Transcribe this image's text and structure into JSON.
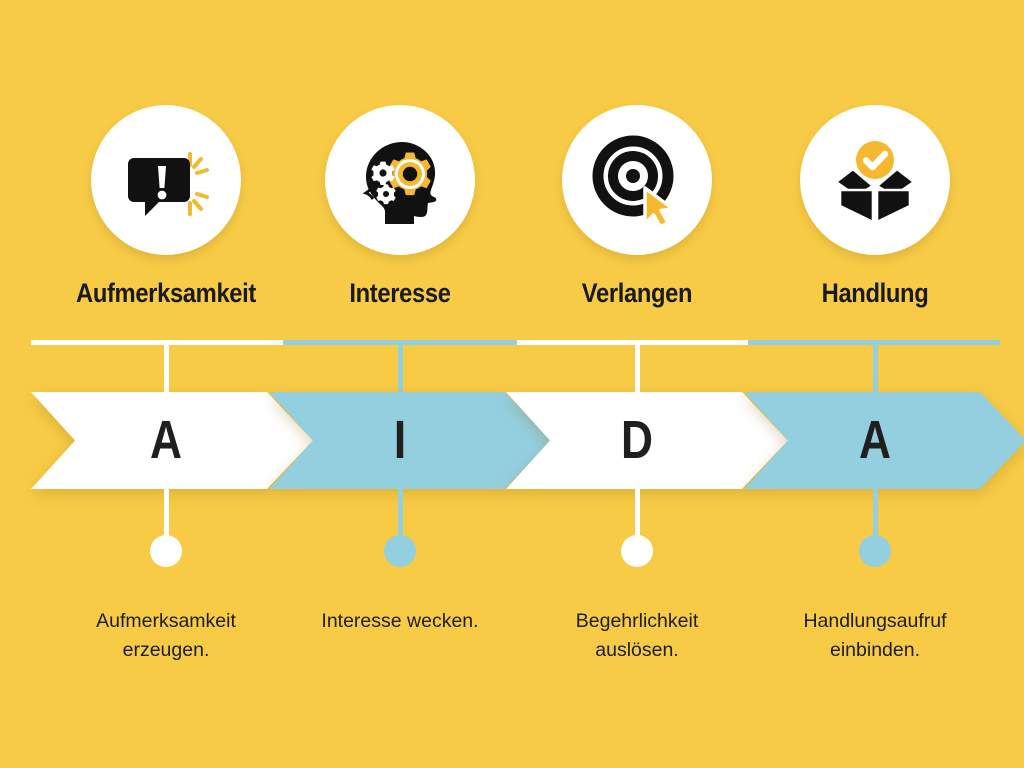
{
  "infographic": {
    "model": "AIDA",
    "background_color": "#f7cb46",
    "accent_white": "#ffffff",
    "accent_blue": "#94cfdf",
    "accent_black": "#1a1a1a"
  },
  "steps": [
    {
      "letter": "A",
      "title": "Aufmerksamkeit",
      "caption": "Aufmerksamkeit erzeugen.",
      "caption_line1": "Aufmerksamkeit",
      "caption_line2": "erzeugen.",
      "icon": "speech-bubble-exclamation-icon",
      "band_color": "#ffffff",
      "dot_color": "#ffffff"
    },
    {
      "letter": "I",
      "title": "Interesse",
      "caption": "Interesse wecken.",
      "caption_line1": "Interesse wecken.",
      "caption_line2": "",
      "icon": "head-gears-icon",
      "band_color": "#94cfdf",
      "dot_color": "#94cfdf"
    },
    {
      "letter": "D",
      "title": "Verlangen",
      "caption": "Begehrlichkeit auslösen.",
      "caption_line1": "Begehrlichkeit",
      "caption_line2": "auslösen.",
      "icon": "target-cursor-icon",
      "band_color": "#ffffff",
      "dot_color": "#ffffff"
    },
    {
      "letter": "A",
      "title": "Handlung",
      "caption": "Handlungsaufruf einbinden.",
      "caption_line1": "Handlungsaufruf",
      "caption_line2": "einbinden.",
      "icon": "open-box-check-icon",
      "band_color": "#94cfdf",
      "dot_color": "#94cfdf"
    }
  ]
}
